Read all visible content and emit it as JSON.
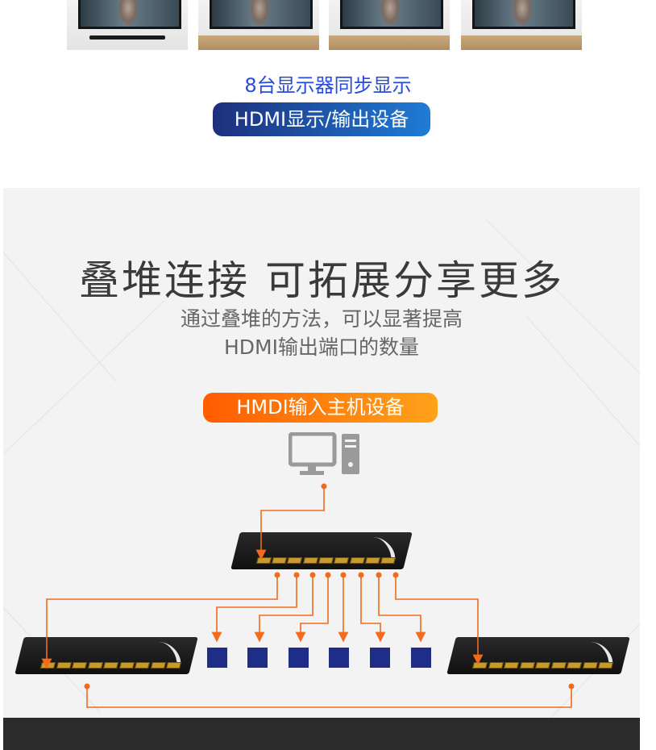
{
  "top": {
    "caption": "8台显示器同步显示",
    "pill_label": "HDMI显示/输出设备"
  },
  "panel": {
    "headline": "叠堆连接 可拓展分享更多",
    "subline1": "通过叠堆的方法，可以显著提高",
    "subline2": "HDMI输出端口的数量",
    "source_pill": "HMDI输入主机设备"
  },
  "colors": {
    "blue_pill_start": "#1d2f7c",
    "blue_pill_end": "#1f7cd6",
    "orange_pill_start": "#ff5d00",
    "orange_pill_end": "#ffa21a",
    "connector_line": "#f26a1b",
    "display_box": "#1e2d87",
    "pc_icon": "#9a9a9a"
  },
  "icons": {
    "source": "desktop-computer-icon",
    "splitter": "hdmi-splitter-device",
    "display": "display-square"
  }
}
